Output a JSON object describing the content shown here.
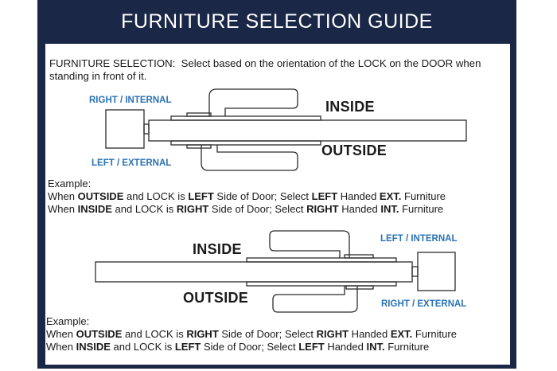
{
  "header": {
    "title": "FURNITURE SELECTION GUIDE"
  },
  "intro": {
    "label": "FURNITURE SELECTION:",
    "text": "Select based on the orientation of the LOCK on the DOOR when standing in front of it."
  },
  "diagram1": {
    "lock_top_label": "RIGHT / INTERNAL",
    "lock_bottom_label": "LEFT / EXTERNAL",
    "inside_label": "INSIDE",
    "outside_label": "OUTSIDE"
  },
  "example1": {
    "heading": "Example:",
    "line1": [
      {
        "t": "When "
      },
      {
        "t": "OUTSIDE",
        "b": true
      },
      {
        "t": " and LOCK is "
      },
      {
        "t": "LEFT",
        "b": true
      },
      {
        "t": " Side of Door;   Select "
      },
      {
        "t": "LEFT",
        "b": true
      },
      {
        "t": " Handed "
      },
      {
        "t": "EXT.",
        "b": true
      },
      {
        "t": " Furniture"
      }
    ],
    "line2": [
      {
        "t": "When "
      },
      {
        "t": "INSIDE",
        "b": true
      },
      {
        "t": " and LOCK is "
      },
      {
        "t": "RIGHT",
        "b": true
      },
      {
        "t": " Side of Door;  Select "
      },
      {
        "t": "RIGHT",
        "b": true
      },
      {
        "t": " Handed "
      },
      {
        "t": "INT.",
        "b": true
      },
      {
        "t": " Furniture"
      }
    ]
  },
  "diagram2": {
    "lock_top_label": "LEFT / INTERNAL",
    "lock_bottom_label": "RIGHT / EXTERNAL",
    "inside_label": "INSIDE",
    "outside_label": "OUTSIDE"
  },
  "example2": {
    "heading": "Example:",
    "line1": [
      {
        "t": "When "
      },
      {
        "t": "OUTSIDE",
        "b": true
      },
      {
        "t": " and LOCK is "
      },
      {
        "t": "RIGHT",
        "b": true
      },
      {
        "t": " Side of Door;   Select "
      },
      {
        "t": "RIGHT",
        "b": true
      },
      {
        "t": " Handed "
      },
      {
        "t": "EXT.",
        "b": true
      },
      {
        "t": " Furniture"
      }
    ],
    "line2": [
      {
        "t": "When "
      },
      {
        "t": "INSIDE",
        "b": true
      },
      {
        "t": " and LOCK is "
      },
      {
        "t": "LEFT",
        "b": true
      },
      {
        "t": " Side of Door;  Select "
      },
      {
        "t": "LEFT",
        "b": true
      },
      {
        "t": " Handed "
      },
      {
        "t": "INT.",
        "b": true
      },
      {
        "t": " Furniture"
      }
    ]
  },
  "colors": {
    "frame": "#1b2747",
    "accent_blue": "#2a72b5",
    "line": "#2b2b2b"
  }
}
